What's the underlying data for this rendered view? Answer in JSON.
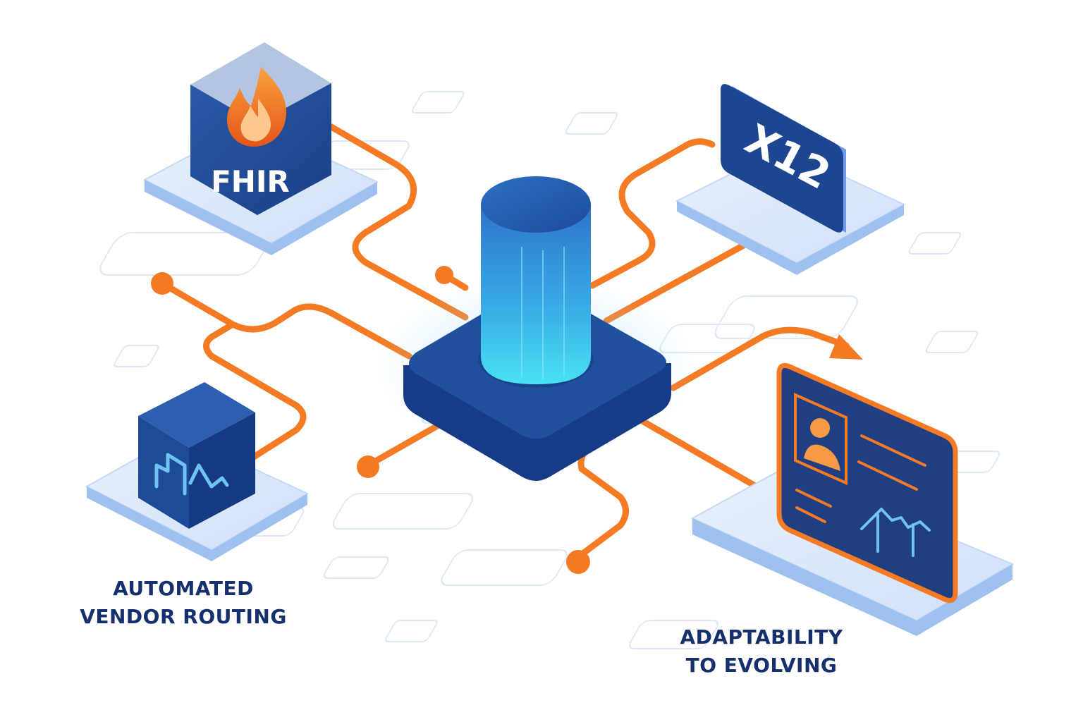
{
  "colors": {
    "navy": "#1b3f8b",
    "navy_dark": "#14306f",
    "blue": "#2a5db0",
    "cyan": "#43d3ef",
    "orange": "#f47b24",
    "orange_light": "#f79a45",
    "platform_light": "#d6e6fb",
    "platform_edge": "#8fb6ec",
    "grid_line": "#dde7f5",
    "label_text": "#16306e"
  },
  "modules": {
    "fhir": {
      "label": "FHIR",
      "icon": "flame-icon"
    },
    "x12": {
      "label": "X12"
    },
    "routing": {
      "icon": "waveform-icon"
    },
    "profile": {
      "icons": [
        "user-avatar-icon",
        "mini-chart-icon"
      ]
    },
    "hub": {
      "icon": "database-cylinder-icon"
    }
  },
  "captions": {
    "left": [
      "AUTOMATED",
      "VENDOR ROUTING"
    ],
    "right": [
      "ADAPTABILITY",
      "TO EVOLVING"
    ]
  }
}
